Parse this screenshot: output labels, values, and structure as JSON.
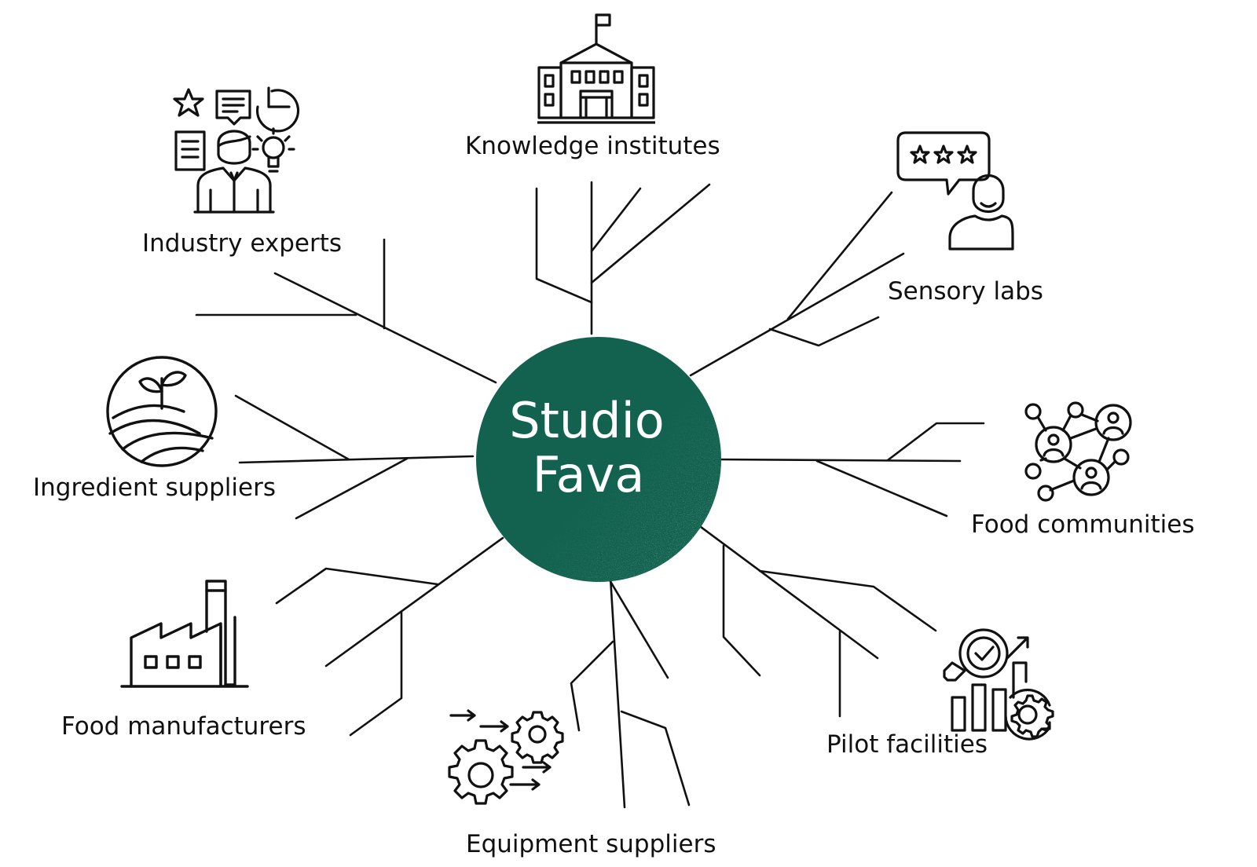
{
  "hub": {
    "line1": "Studio",
    "line2": "Fava",
    "color": "#12624f"
  },
  "nodes": {
    "knowledge": {
      "label": "Knowledge institutes",
      "icon": "university-building-icon"
    },
    "industry": {
      "label": "Industry experts",
      "icon": "expert-person-icon"
    },
    "sensory": {
      "label": "Sensory labs",
      "icon": "rating-feedback-icon"
    },
    "ingredient": {
      "label": "Ingredient suppliers",
      "icon": "plant-field-icon"
    },
    "food_comm": {
      "label": "Food communities",
      "icon": "people-network-icon"
    },
    "manufacturers": {
      "label": "Food manufacturers",
      "icon": "factory-icon"
    },
    "pilot": {
      "label": "Pilot facilities",
      "icon": "analytics-gear-icon"
    },
    "equipment": {
      "label": "Equipment suppliers",
      "icon": "gears-arrows-icon"
    }
  }
}
